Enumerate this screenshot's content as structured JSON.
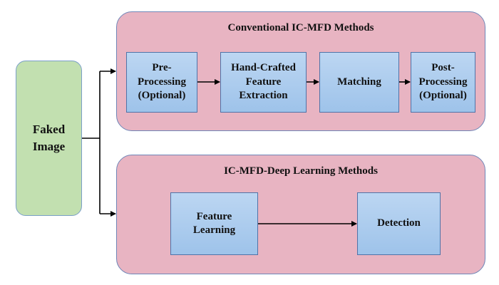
{
  "input": {
    "label": "Faked\nImage"
  },
  "conventional": {
    "title": "Conventional IC-MFD Methods",
    "steps": [
      {
        "label": "Pre-\nProcessing\n(Optional)"
      },
      {
        "label": "Hand-Crafted\nFeature\nExtraction"
      },
      {
        "label": "Matching"
      },
      {
        "label": "Post-\nProcessing\n(Optional)"
      }
    ]
  },
  "deep": {
    "title": "IC-MFD-Deep Learning Methods",
    "steps": [
      {
        "label": "Feature\nLearning"
      },
      {
        "label": "Detection"
      }
    ]
  },
  "colors": {
    "panel_fill": "#e8b4c2",
    "step_fill": "#a8c9ec",
    "input_fill": "#c2e0b0",
    "arrow": "#000000"
  }
}
